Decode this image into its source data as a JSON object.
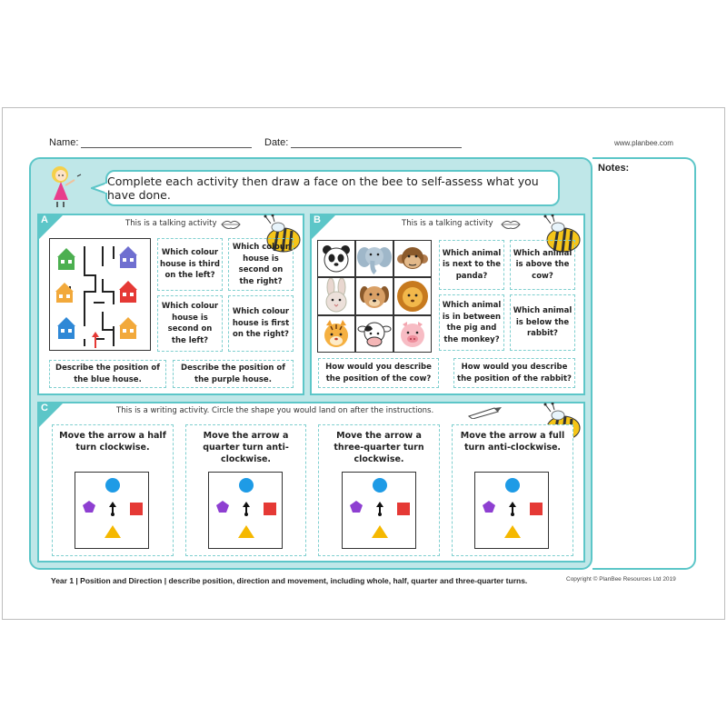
{
  "header": {
    "name_label": "Name:",
    "date_label": "Date:",
    "website": "www.planbee.com"
  },
  "notes_label": "Notes:",
  "instruction": "Complete each activity then draw a face on the bee to self-assess what you have done.",
  "section_a": {
    "letter": "A",
    "subtitle": "This is a talking activity",
    "questions": [
      "Which colour house is third on the left?",
      "Which colour house is second on the right?",
      "Which colour house is second on the left?",
      "Which colour house is first on the right?"
    ],
    "bottom_questions": [
      "Describe the position of the blue house.",
      "Describe the position of the purple house."
    ]
  },
  "section_b": {
    "letter": "B",
    "subtitle": "This is a talking activity",
    "animals": [
      "panda-icon",
      "elephant-icon",
      "monkey-icon",
      "rabbit-icon",
      "dog-icon",
      "lion-icon",
      "tiger-icon",
      "cow-icon",
      "pig-icon"
    ],
    "questions": [
      "Which animal is next to the panda?",
      "Which animal is above the cow?",
      "Which animal is in between the pig and the monkey?",
      "Which animal is below the rabbit?"
    ],
    "bottom_questions": [
      "How would you describe the position of the cow?",
      "How would you describe the position of the rabbit?"
    ]
  },
  "section_c": {
    "letter": "C",
    "subtitle": "This is a writing activity. Circle the shape you would land on after the instructions.",
    "cards": [
      "Move the arrow a half turn clockwise.",
      "Move the arrow a quarter turn anti-clockwise.",
      "Move the arrow a three-quarter turn clockwise.",
      "Move the arrow a full turn anti-clockwise."
    ]
  },
  "footer": {
    "objective": "Year 1 | Position and Direction | describe position, direction and movement, including whole, half, quarter and three-quarter turns.",
    "copyright": "Copyright © PlanBee Resources Ltd 2019"
  },
  "colors": {
    "teal": "#5cc6c8",
    "light_teal": "#bfe7e8",
    "house_green": "#4caf50",
    "house_purple": "#6f6fd0",
    "house_orange": "#f2a93b",
    "house_red": "#e53935",
    "house_blue": "#2f88d6",
    "shape_blue": "#1e9be6",
    "shape_purple": "#8e3fd1",
    "shape_red": "#e53935",
    "shape_yellow": "#f5b800"
  }
}
